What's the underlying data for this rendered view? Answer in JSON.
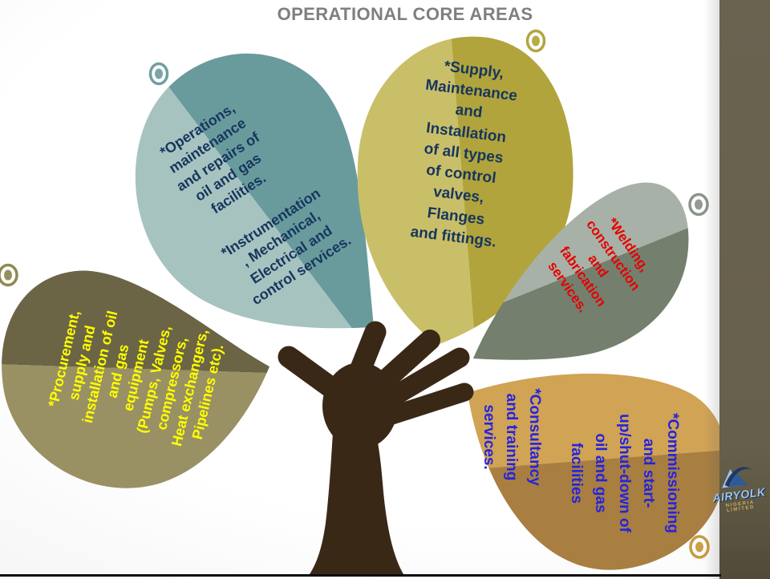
{
  "title": "OPERATIONAL CORE AREAS",
  "leaves": {
    "operations": {
      "lines1": [
        "*Operations,",
        "maintenance",
        "and repairs of",
        "oil and gas",
        "facilities."
      ],
      "lines2": [
        "*Instrumentation",
        ", Mechanical,",
        "Electrical and",
        "control services."
      ]
    },
    "supply": {
      "lines1": [
        "*Supply,",
        "Maintenance",
        "and",
        "Installation",
        "of all types",
        "of control",
        "valves,",
        "Flanges",
        "and fittings."
      ]
    },
    "welding": {
      "lines1": [
        "*Welding,",
        "construction",
        "and",
        "fabrication",
        "services."
      ]
    },
    "commissioning": {
      "lines1": [
        "*Commissioning",
        "and start-",
        "up/shut-down of",
        "oil and gas",
        "facilities"
      ],
      "lines2": [
        "*Consultancy",
        "and training",
        "services."
      ]
    },
    "procurement": {
      "lines1": [
        "*Procurement,",
        "supply and",
        "installation of oil",
        "and gas",
        "equipment",
        "(Pumps, Valves,",
        "compressors,",
        "Heat exchangers,",
        "Pipelines etc)."
      ]
    }
  },
  "logo": {
    "brand": "AIRYOLK",
    "subtitle": "NIGERIA LIMITED"
  },
  "colors": {
    "title_text": "#7f7f7f",
    "navy_text": "#17365d",
    "red_text": "#e50000",
    "blue_text": "#2424dd",
    "yellow_text": "#ffff00",
    "leaf_operations_light": "#a6c3c0",
    "leaf_operations_dark": "#699b9d",
    "leaf_supply_light": "#cabf69",
    "leaf_supply_dark": "#b1a43c",
    "leaf_welding_light": "#a8b1a7",
    "leaf_welding_dark": "#747f6e",
    "leaf_commissioning_light": "#d0a355",
    "leaf_commissioning_dark": "#a87e41",
    "leaf_procurement_dark": "#6b6546",
    "leaf_procurement_light": "#999164",
    "hand": "#3a2817",
    "sidebar_strip": "#665f4b"
  }
}
